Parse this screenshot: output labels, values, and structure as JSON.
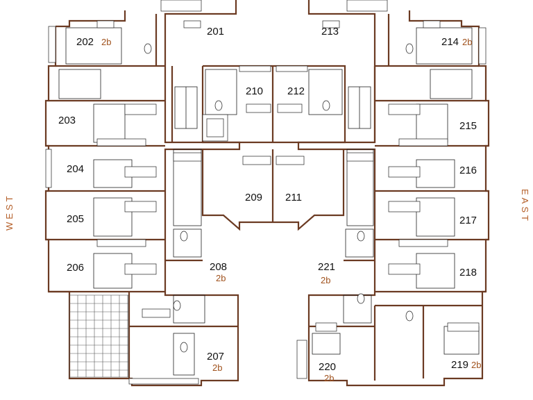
{
  "compass": {
    "west": "WEST",
    "east": "EAST"
  },
  "units": [
    {
      "number": "201",
      "beds": ""
    },
    {
      "number": "202",
      "beds": "2b"
    },
    {
      "number": "203",
      "beds": ""
    },
    {
      "number": "204",
      "beds": ""
    },
    {
      "number": "205",
      "beds": ""
    },
    {
      "number": "206",
      "beds": ""
    },
    {
      "number": "207",
      "beds": "2b"
    },
    {
      "number": "208",
      "beds": "2b"
    },
    {
      "number": "209",
      "beds": ""
    },
    {
      "number": "210",
      "beds": ""
    },
    {
      "number": "211",
      "beds": ""
    },
    {
      "number": "212",
      "beds": ""
    },
    {
      "number": "213",
      "beds": ""
    },
    {
      "number": "214",
      "beds": "2b"
    },
    {
      "number": "215",
      "beds": ""
    },
    {
      "number": "216",
      "beds": ""
    },
    {
      "number": "217",
      "beds": ""
    },
    {
      "number": "218",
      "beds": ""
    },
    {
      "number": "219",
      "beds": "2b"
    },
    {
      "number": "220",
      "beds": "2b"
    },
    {
      "number": "221",
      "beds": "2b"
    }
  ],
  "colors": {
    "walls": "#6b3a22",
    "labels": "#111111",
    "bed_labels": "#a0521d",
    "compass": "#b5602a"
  }
}
